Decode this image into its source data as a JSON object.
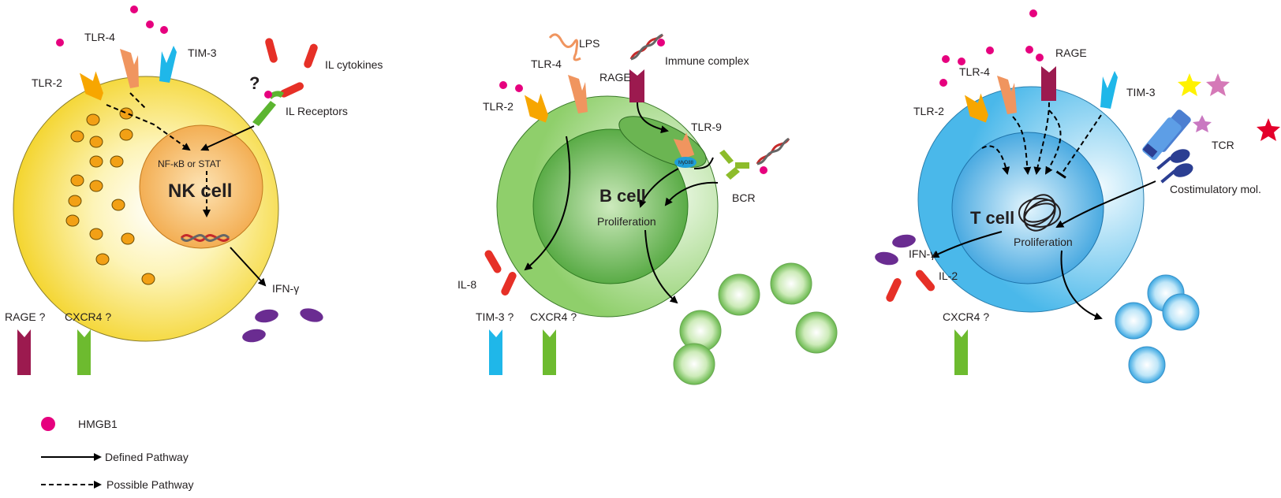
{
  "colors": {
    "hmgb1": "#e6007e",
    "tlr2": "#f7a600",
    "tlr4": "#f0955f",
    "tim3": "#1fb7e9",
    "rage": "#9c1a4f",
    "cxcr4": "#6dbb2f",
    "cytokine_red": "#e63027",
    "ifn_purple": "#6a2c91",
    "nk_cell": "#f7e05a",
    "nk_nucleus": "#f3b157",
    "b_cell": "#8fcf6b",
    "t_cell": "#7fd1f3"
  },
  "nk_panel": {
    "receptors": {
      "tlr2": "TLR-2",
      "tlr4": "TLR-4",
      "tim3": "TIM-3"
    },
    "cytokines_label": "IL cytokines",
    "receptor_label": "IL Receptors",
    "question": "?",
    "nfkb_label": "NF-κB or STAT",
    "cell_label": "NK cell",
    "output_label": "IFN-γ",
    "rage_q": "RAGE ?",
    "cxcr4_q": "CXCR4 ?"
  },
  "b_panel": {
    "lps_label": "LPS",
    "tlr4": "TLR-4",
    "rage": "RAGE",
    "immune_complex": "Immune complex",
    "tlr2": "TLR-2",
    "tlr9": "TLR-9",
    "myd88": "MyD88",
    "bcr": "BCR",
    "cell_label": "B cell",
    "proliferation": "Proliferation",
    "il8": "IL-8",
    "tim3_q": "TIM-3 ?",
    "cxcr4_q": "CXCR4 ?"
  },
  "t_panel": {
    "tlr4": "TLR-4",
    "rage": "RAGE",
    "tlr2": "TLR-2",
    "tim3": "TIM-3",
    "tcr": "TCR",
    "costim": "Costimulatory mol.",
    "cell_label": "T cell",
    "proliferation": "Proliferation",
    "ifn": "IFN-γ",
    "il2": "IL-2",
    "cxcr4_q": "CXCR4 ?"
  },
  "legend": {
    "hmgb1": "HMGB1",
    "defined": "Defined Pathway",
    "possible": "Possible Pathway"
  }
}
